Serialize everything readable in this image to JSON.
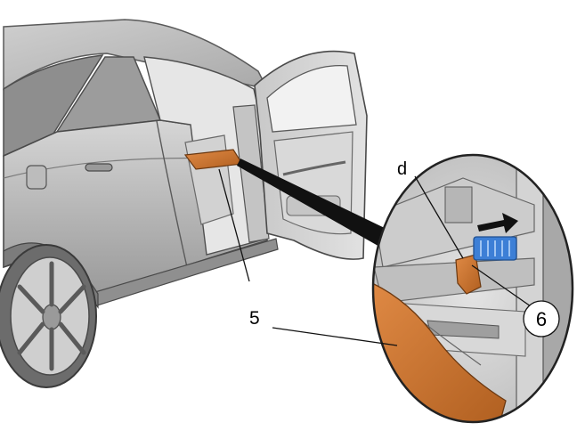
{
  "diagram": {
    "callouts": {
      "label_5": "5",
      "label_6": "6",
      "label_d": "d"
    }
  },
  "colors": {
    "component_orange": "#c9732c",
    "connector_blue": "#3d7fd6",
    "body_gray": "#b8b8b8",
    "outline": "#4a4a4a"
  },
  "icons": {
    "arrow": "direction-arrow-icon"
  }
}
